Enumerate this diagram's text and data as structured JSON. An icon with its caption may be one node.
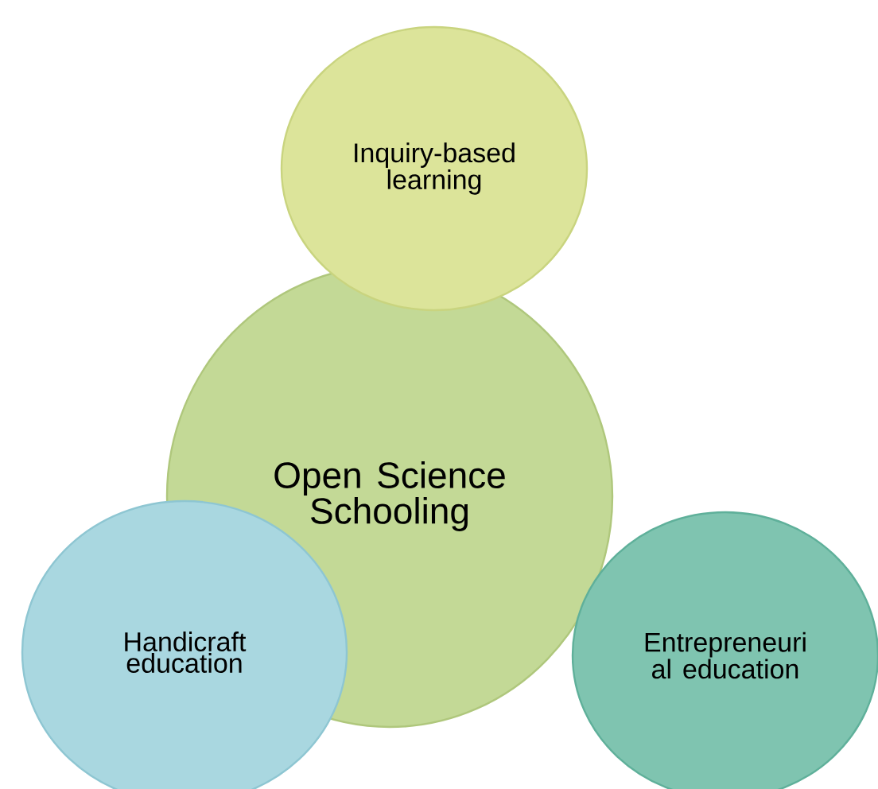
{
  "diagram": {
    "nodes": [
      {
        "text": [
          "Open Science Schooling"
        ]
      },
      {
        "text": [
          "Inquiry-based learning"
        ]
      },
      {
        "text": [
          "Handicraft education"
        ]
      },
      {
        "text": [
          "Entrepreneuri al education"
        ]
      }
    ]
  }
}
